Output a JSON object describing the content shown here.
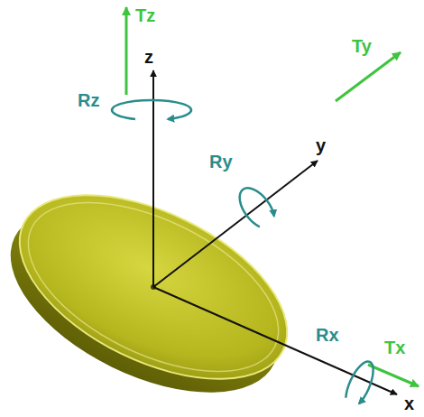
{
  "diagram": {
    "labels": [
      "Tz",
      "z",
      "Rz",
      "Ry",
      "y",
      "Ty",
      "Rx",
      "Tx",
      "x"
    ]
  }
}
